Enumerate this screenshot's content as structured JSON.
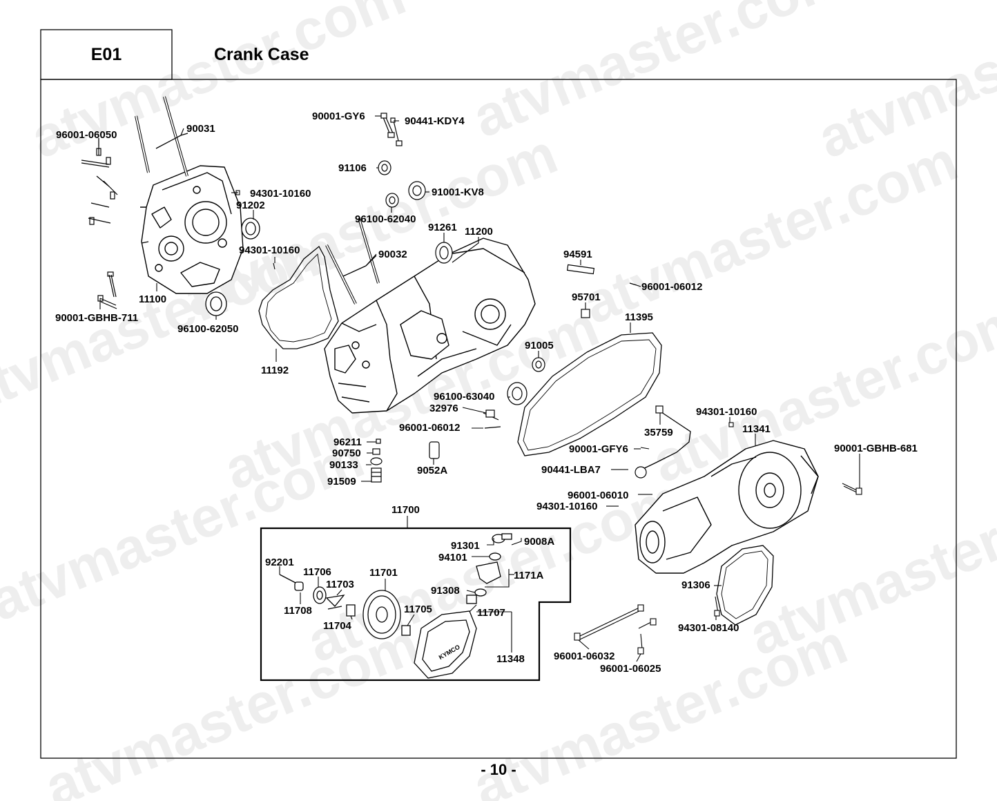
{
  "header": {
    "code": "E01",
    "title": "Crank Case"
  },
  "page_number": "- 10 -",
  "watermark_text": "atvmaster.com",
  "parts": [
    "90031",
    "96001-06050",
    "94301-10160",
    "91202",
    "94301-10160",
    "11100",
    "90001-GBHB-711",
    "96100-62050",
    "90001-GY6",
    "90441-KDY4",
    "91106",
    "91001-KV8",
    "96100-62040",
    "91261",
    "11200",
    "90032",
    "11192",
    "94591",
    "96001-06012",
    "95701",
    "11395",
    "91005",
    "96100-63040",
    "32976",
    "96001-06012",
    "96211",
    "90750",
    "90133",
    "91509",
    "9052A",
    "94301-10160",
    "11341",
    "35759",
    "90001-GFY6",
    "90441-LBA7",
    "90001-GBHB-681",
    "96001-06010",
    "94301-10160",
    "11700",
    "91301",
    "9008A",
    "94101",
    "1171A",
    "91308",
    "92201",
    "11706",
    "11701",
    "11703",
    "11708",
    "11705",
    "11707",
    "11704",
    "11348",
    "91306",
    "94301-08140",
    "96001-06032",
    "96001-06025"
  ]
}
